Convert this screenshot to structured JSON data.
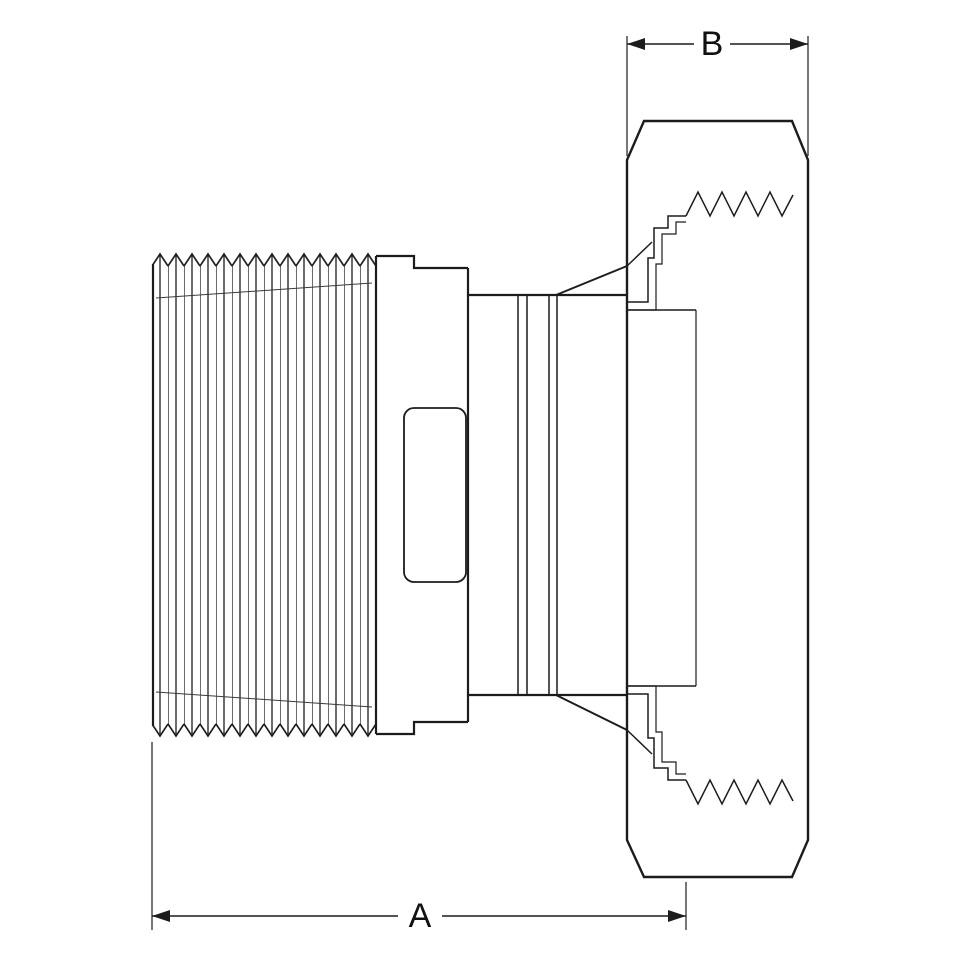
{
  "page": {
    "background": "#ffffff"
  },
  "drawing": {
    "type": "technical-line-drawing",
    "line_color": "#1c1c1c",
    "dimension_labels": {
      "a": "A",
      "b": "B"
    }
  }
}
